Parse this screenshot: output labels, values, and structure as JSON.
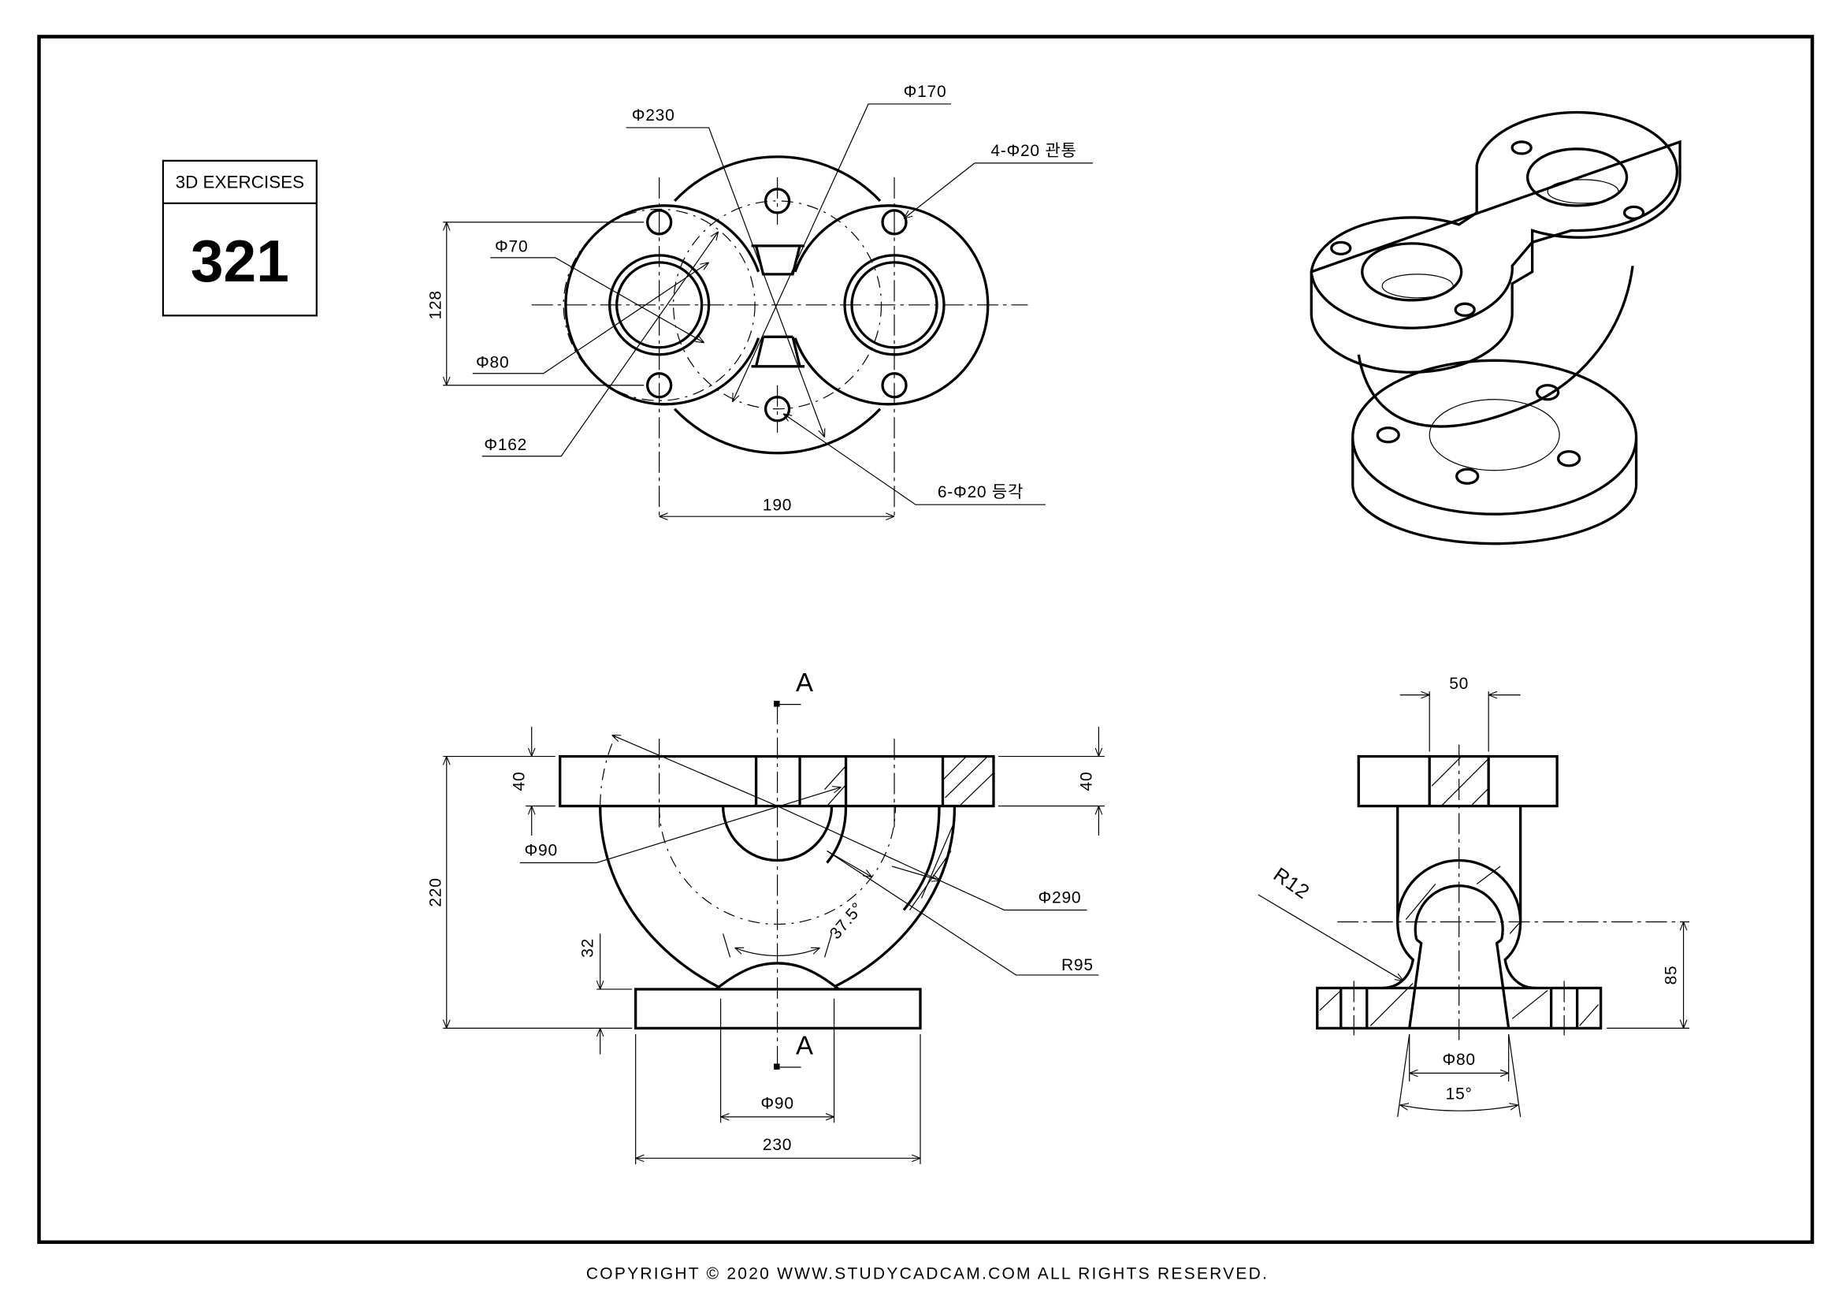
{
  "title_block": {
    "label": "3D EXERCISES",
    "number": "321"
  },
  "top_view": {
    "dims": {
      "d230": "Φ230",
      "d170": "Φ170",
      "holes_through": "4-Φ20 관통",
      "d70": "Φ70",
      "d80": "Φ80",
      "d162": "Φ162",
      "holes_equal": "6-Φ20 등각",
      "h128": "128",
      "w190": "190"
    }
  },
  "front_view": {
    "section_top": "A",
    "section_bottom": "A",
    "dims": {
      "h40_left": "40",
      "h40_right": "40",
      "h220": "220",
      "h32": "32",
      "d90_left": "Φ90",
      "d290": "Φ290",
      "r95": "R95",
      "angle": "37.5°",
      "d90_bottom": "Φ90",
      "w230": "230"
    }
  },
  "side_view": {
    "dims": {
      "w50": "50",
      "r12": "R12",
      "h85": "85",
      "d80": "Φ80",
      "angle15": "15°"
    }
  },
  "footer": {
    "copyright": "COPYRIGHT © 2020 WWW.STUDYCADCAM.COM ALL RIGHTS RESERVED."
  }
}
